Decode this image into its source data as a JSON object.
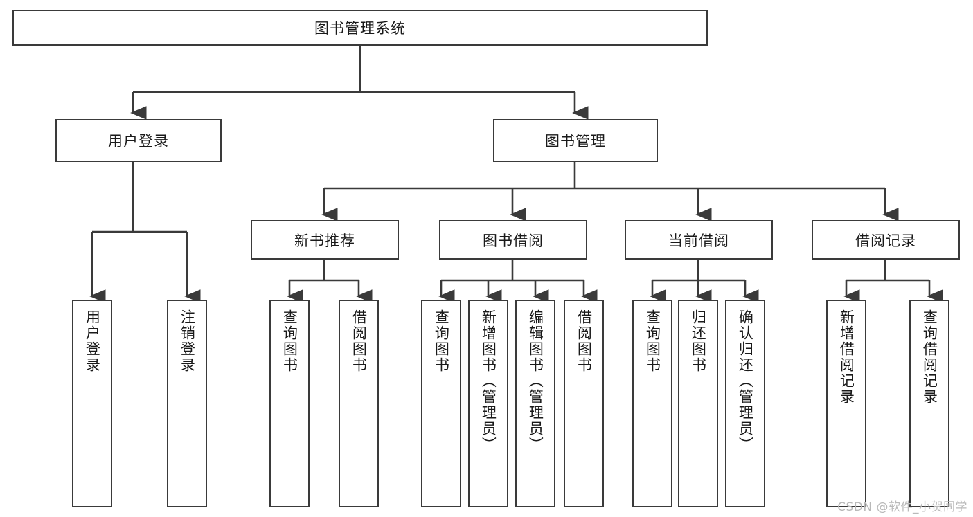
{
  "diagram": {
    "title_node": {
      "label": "图书管理系统"
    },
    "level1": [
      {
        "label": "用户登录"
      },
      {
        "label": "图书管理"
      }
    ],
    "level2": [
      {
        "label": "新书推荐"
      },
      {
        "label": "图书借阅"
      },
      {
        "label": "当前借阅"
      },
      {
        "label": "借阅记录"
      }
    ],
    "leaves": [
      {
        "label": "用户登录"
      },
      {
        "label": "注销登录"
      },
      {
        "label": "查询图书"
      },
      {
        "label": "借阅图书"
      },
      {
        "label": "查询图书"
      },
      {
        "label": "新增图书（管理员）"
      },
      {
        "label": "编辑图书（管理员）"
      },
      {
        "label": "借阅图书"
      },
      {
        "label": "查询图书"
      },
      {
        "label": "归还图书"
      },
      {
        "label": "确认归还（管理员）"
      },
      {
        "label": "新增借阅记录"
      },
      {
        "label": "查询借阅记录"
      }
    ]
  },
  "watermark": {
    "text": "CSDN @软件_小贺同学"
  },
  "colors": {
    "stroke": "#3a3a3a",
    "text": "#1a1a1a",
    "background": "#ffffff",
    "watermark": "#b9b9b9"
  }
}
